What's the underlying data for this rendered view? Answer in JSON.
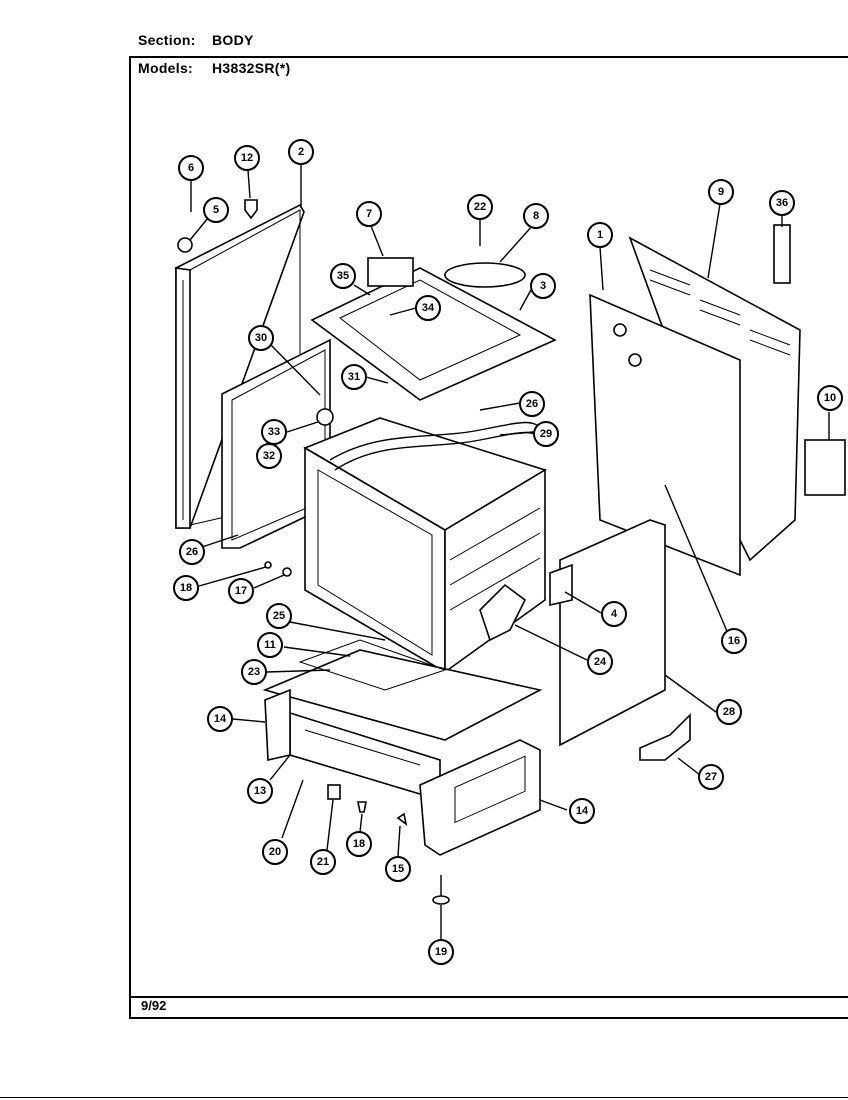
{
  "header": {
    "section_label": "Section:",
    "section_value": "BODY",
    "models_label": "Models:",
    "models_value": "H3832SR(*)"
  },
  "footer": {
    "date": "9/92"
  },
  "callouts": [
    "6",
    "12",
    "2",
    "5",
    "7",
    "22",
    "8",
    "1",
    "9",
    "36",
    "35",
    "3",
    "34",
    "30",
    "31",
    "26",
    "33",
    "29",
    "32",
    "10",
    "26",
    "18",
    "17",
    "16",
    "25",
    "4",
    "11",
    "24",
    "23",
    "14",
    "28",
    "13",
    "14",
    "27",
    "20",
    "21",
    "18",
    "15",
    "19"
  ]
}
